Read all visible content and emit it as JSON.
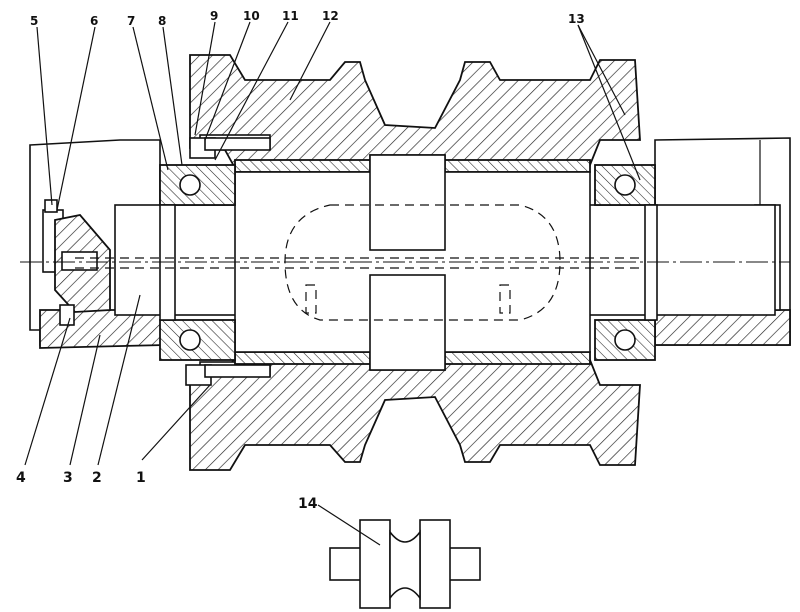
{
  "diagram": {
    "callouts_top": [
      "5",
      "6",
      "7",
      "8",
      "9",
      "10",
      "11",
      "12",
      "13"
    ],
    "callouts_bottom": [
      "4",
      "3",
      "2",
      "1"
    ],
    "detail_callout": "14"
  }
}
